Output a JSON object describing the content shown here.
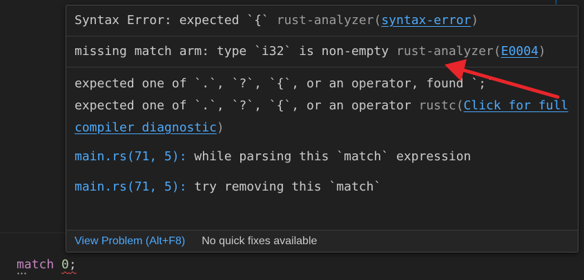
{
  "editor": {
    "keyword": "match",
    "space": " ",
    "value": "0",
    "semicolon": ";"
  },
  "hover": {
    "error1": {
      "message": "Syntax Error: expected `{` ",
      "source": "rust-analyzer",
      "open": "(",
      "code": "syntax-error",
      "close": ")"
    },
    "error2": {
      "message": "missing match arm: type `i32` is non-empty ",
      "source": "rust-analyzer",
      "open": "(",
      "code": "E0004",
      "close": ")"
    },
    "error3": {
      "line1": "expected one of `.`, `?`, `{`, or an operator, found `;`",
      "line2_message": "expected one of `.`, `?`, `{`, or an operator ",
      "source": "rustc",
      "open": "(",
      "link": "Click for full compiler diagnostic",
      "close": ")"
    },
    "related": [
      {
        "location": "main.rs(71, 5):",
        "text": " while parsing this `match` expression"
      },
      {
        "location": "main.rs(71, 5):",
        "text": " try removing this `match`"
      }
    ],
    "status": {
      "view_problem": "View Problem (Alt+F8)",
      "no_fixes": "No quick fixes available"
    }
  },
  "colors": {
    "background": "#1f1f1f",
    "link": "#4daafc",
    "arrow": "#e8262b"
  }
}
